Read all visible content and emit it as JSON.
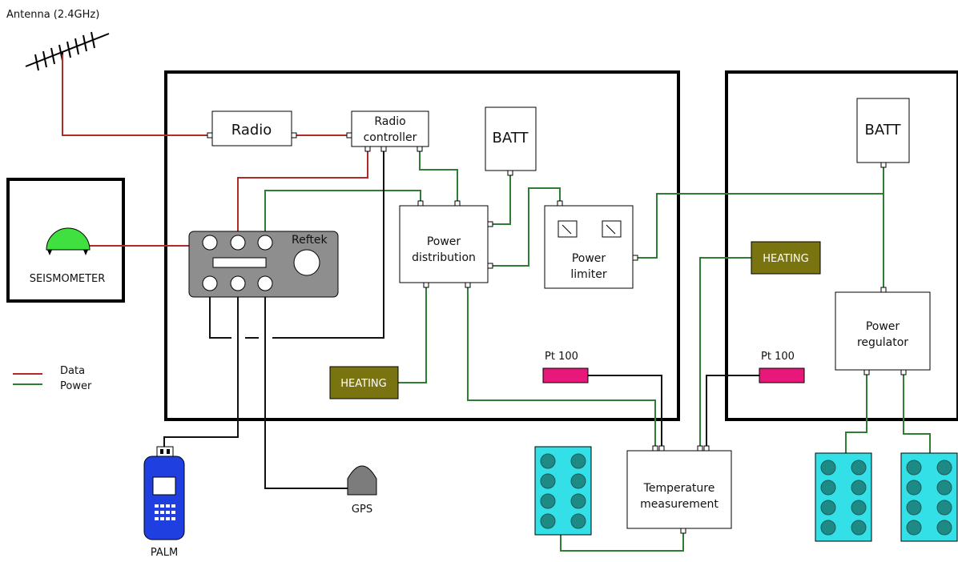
{
  "labels": {
    "antenna": "Antenna (2.4GHz)",
    "seismometer": "SEISMOMETER",
    "radio": "Radio",
    "radio_controller_line1": "Radio",
    "radio_controller_line2": "controller",
    "batt_left": "BATT",
    "batt_right": "BATT",
    "reftek": "Reftek",
    "power_distribution_line1": "Power",
    "power_distribution_line2": "distribution",
    "power_limiter_line1": "Power",
    "power_limiter_line2": "limiter",
    "heating_left": "HEATING",
    "heating_right": "HEATING",
    "pt100_left": "Pt 100",
    "pt100_right": "Pt 100",
    "power_regulator_line1": "Power",
    "power_regulator_line2": "regulator",
    "temperature_line1": "Temperature",
    "temperature_line2": "measurement",
    "gps": "GPS",
    "palm": "PALM"
  },
  "legend": {
    "data": "Data",
    "power": "Power"
  },
  "colors": {
    "data_line": "#b02a2a",
    "power_line": "#2e7d32",
    "heating_fill": "#7a7410",
    "pt100_fill": "#e8177a",
    "battery_cell_box": "#33e0e8",
    "battery_cell": "#1d8a86",
    "seismometer_dome": "#3fe03f",
    "reftek_fill": "#8e8e8e",
    "palm_fill": "#1f3fe0",
    "gps_fill": "#7c7c7c"
  }
}
